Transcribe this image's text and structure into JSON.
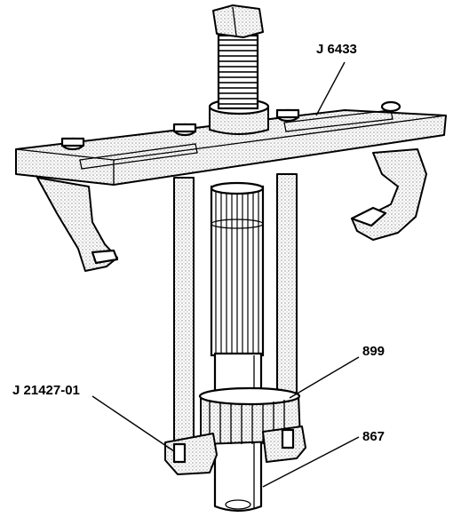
{
  "diagram": {
    "labels": {
      "puller": "J 6433",
      "bearing": "899",
      "shaft": "867",
      "adapter": "J 21427-01"
    }
  }
}
